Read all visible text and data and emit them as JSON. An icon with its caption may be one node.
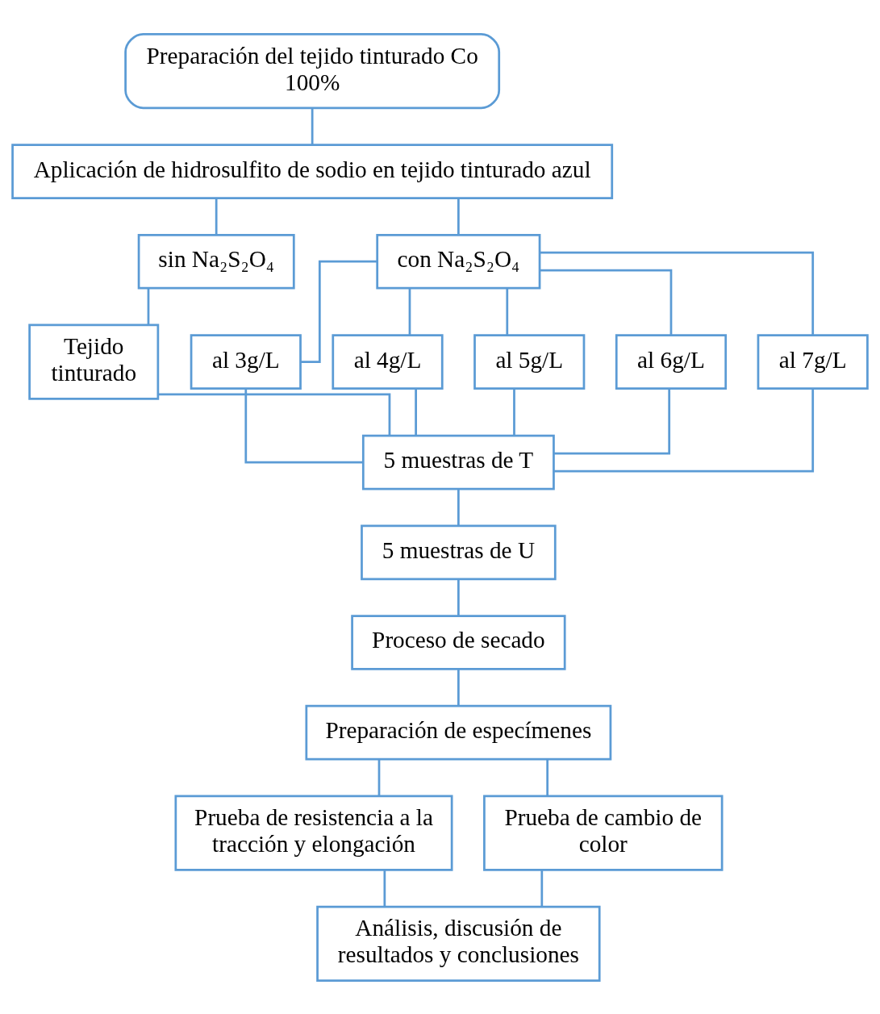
{
  "diagram": {
    "nodes": [
      {
        "text": [
          "Preparación del tejido tinturado Co 100%"
        ]
      },
      {
        "text": [
          "Aplicación de hidrosulfito de sodio en tejido tinturado azul"
        ]
      },
      {
        "text": [
          "sin Na₂S₂O₄"
        ]
      },
      {
        "text": [
          "con Na₂S₂O₄"
        ]
      },
      {
        "text": [
          "Tejido tinturado"
        ]
      },
      {
        "text": [
          "al 3g/L"
        ]
      },
      {
        "text": [
          "al 4g/L"
        ]
      },
      {
        "text": [
          "al 5g/L"
        ]
      },
      {
        "text": [
          "al 6g/L"
        ]
      },
      {
        "text": [
          "al 7g/L"
        ]
      },
      {
        "text": [
          "5 muestras de T"
        ]
      },
      {
        "text": [
          "5 muestras de U"
        ]
      },
      {
        "text": [
          "Proceso de secado"
        ]
      },
      {
        "text": [
          "Preparación de especímenes"
        ]
      },
      {
        "text": [
          "Prueba de resistencia a la tracción y elongación"
        ]
      },
      {
        "text": [
          "Prueba de cambio de color"
        ]
      },
      {
        "text": [
          "Análisis, discusión de resultados y conclusiones"
        ]
      }
    ],
    "edges": [
      {
        "from": 0,
        "to": 1,
        "arrow": "none"
      },
      {
        "from": 1,
        "to": 2,
        "arrow": "none"
      },
      {
        "from": 1,
        "to": 3,
        "arrow": "none"
      },
      {
        "from": 2,
        "to": 4,
        "arrow": "none"
      },
      {
        "from": 3,
        "to": 5,
        "arrow": "none"
      },
      {
        "from": 3,
        "to": 6,
        "arrow": "none"
      },
      {
        "from": 3,
        "to": 7,
        "arrow": "none"
      },
      {
        "from": 3,
        "to": 8,
        "arrow": "none"
      },
      {
        "from": 3,
        "to": 9,
        "arrow": "none"
      },
      {
        "from": 4,
        "to": 10,
        "arrow": "none"
      },
      {
        "from": 5,
        "to": 10,
        "arrow": "none"
      },
      {
        "from": 6,
        "to": 10,
        "arrow": "none"
      },
      {
        "from": 7,
        "to": 10,
        "arrow": "none"
      },
      {
        "from": 8,
        "to": 10,
        "arrow": "none"
      },
      {
        "from": 9,
        "to": 10,
        "arrow": "none"
      },
      {
        "from": 10,
        "to": 11,
        "arrow": "none"
      },
      {
        "from": 11,
        "to": 12,
        "arrow": "none"
      },
      {
        "from": 12,
        "to": 13,
        "arrow": "none"
      },
      {
        "from": 13,
        "to": 14,
        "arrow": "none"
      },
      {
        "from": 13,
        "to": 15,
        "arrow": "none"
      },
      {
        "from": 14,
        "to": 16,
        "arrow": "none"
      },
      {
        "from": 15,
        "to": 16,
        "arrow": "none"
      }
    ]
  }
}
